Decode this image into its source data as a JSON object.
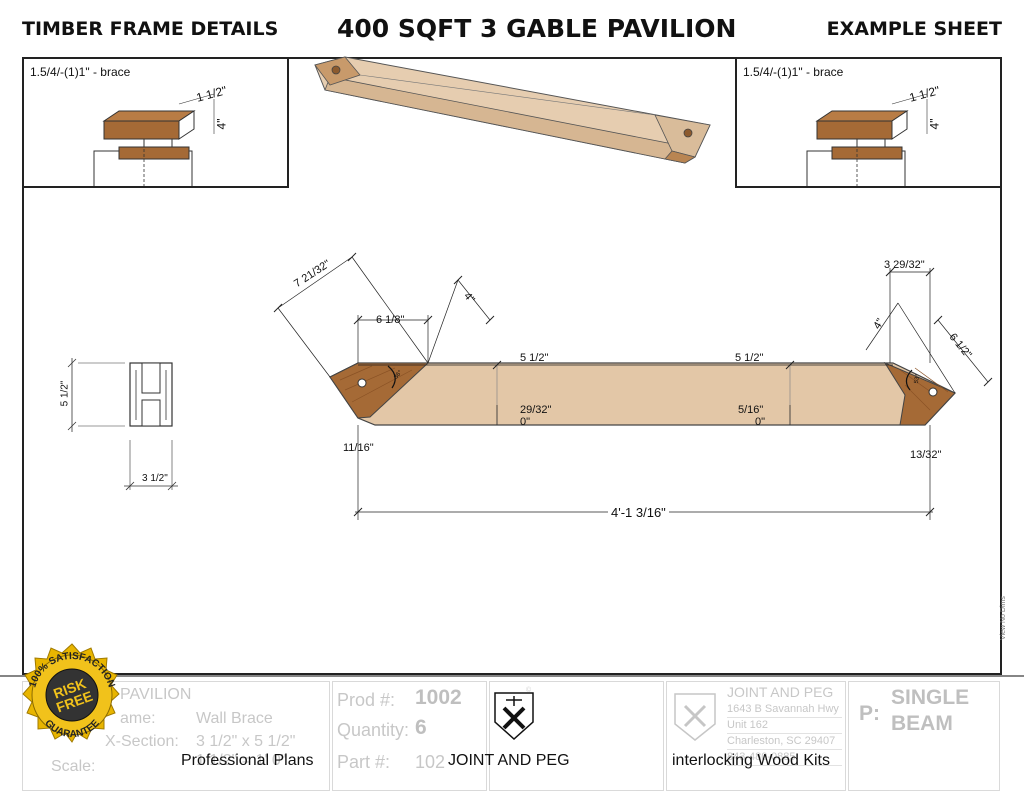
{
  "header": {
    "left": "TIMBER FRAME DETAILS",
    "center": "400 SQFT 3 GABLE PAVILION",
    "right": "EXAMPLE SHEET"
  },
  "insets": {
    "left_title": "1.5/4/-(1)1\" - brace",
    "right_title": "1.5/4/-(1)1\" - brace",
    "dim_width": "1 1/2\"",
    "dim_depth": "4\""
  },
  "section": {
    "height": "5 1/2\"",
    "width": "3 1/2\""
  },
  "dims": {
    "diag_left": "7 21/32\"",
    "top_left": "6 1/8\"",
    "slope_left": "4\"",
    "top_mid_left": "5 1/2\"",
    "top_mid_right": "5 1/2\"",
    "inner_left": "29/32\"",
    "zero_left": "0\"",
    "inner_right": "5/16\"",
    "zero_right": "0\"",
    "bottom_left": "11/16\"",
    "bottom_right": "13/32\"",
    "overall": "4'-1 3/16\"",
    "top_right": "3 29/32\"",
    "slope_right": "4\"",
    "diag_right": "6 1/2\"",
    "angle_left": "36°",
    "angle_right": "53°"
  },
  "title_block": {
    "project": "PAVILION",
    "name_label": "ame:",
    "name_value": "Wall Brace",
    "xsec_label": "X-Section:",
    "xsec_value": "3 1/2\" x 5 1/2\"",
    "scale_label": "Scale:",
    "scale_value": "1 1/2\" = 1' 0\"",
    "prod_label": "Prod #:",
    "prod_value": "1002",
    "qty_label": "Quantity:",
    "qty_value": "6",
    "part_label": "Part #:",
    "part_value": "102",
    "company": "JOINT AND PEG",
    "address_1": "1643 B Savannah Hwy",
    "address_2": "Unit 162",
    "address_3": "Charleston, SC 29407",
    "phone": "843-480-0885",
    "p_label": "P:",
    "piece_type_1": "SINGLE",
    "piece_type_2": "BEAM"
  },
  "overlay": {
    "plans": "Professional Plans",
    "brand": "JOINT AND PEG",
    "kits": "interlocking Wood Kits"
  },
  "seal": {
    "top": "100% SATISFACTION",
    "center_1": "RISK",
    "center_2": "FREE",
    "bottom": "GUARANTEE"
  },
  "side_note": "View No Dims",
  "colors": {
    "wood_light": "#e3c7a7",
    "wood_dark": "#a56a36",
    "wood_grain": "#8a5225",
    "seal_gold": "#e8b500",
    "seal_ring": "#333333"
  }
}
